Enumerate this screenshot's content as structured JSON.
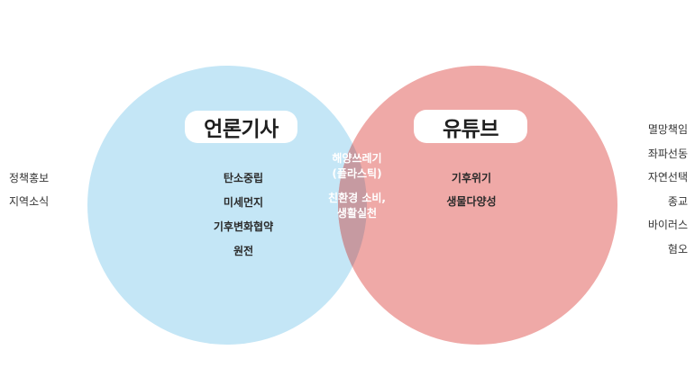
{
  "diagram": {
    "circles": [
      {
        "id": "left",
        "color": "#c4e6f6"
      },
      {
        "id": "right",
        "color": "#efa9a7"
      }
    ],
    "overlap_color": "#c69aa1",
    "left_title": "언론기사",
    "right_title": "유튜브",
    "left_only": [
      "탄소중립",
      "미세먼지",
      "기후변화협약",
      "원전"
    ],
    "overlap": [
      "해양쓰레기",
      "(플라스틱)",
      "친환경 소비,",
      "생활실천"
    ],
    "right_only": [
      "기후위기",
      "생물다양성"
    ],
    "outer_left": [
      "정책홍보",
      "지역소식"
    ],
    "outer_right": [
      "멸망책임",
      "좌파선동",
      "자연선택",
      "종교",
      "바이러스",
      "혐오"
    ]
  }
}
